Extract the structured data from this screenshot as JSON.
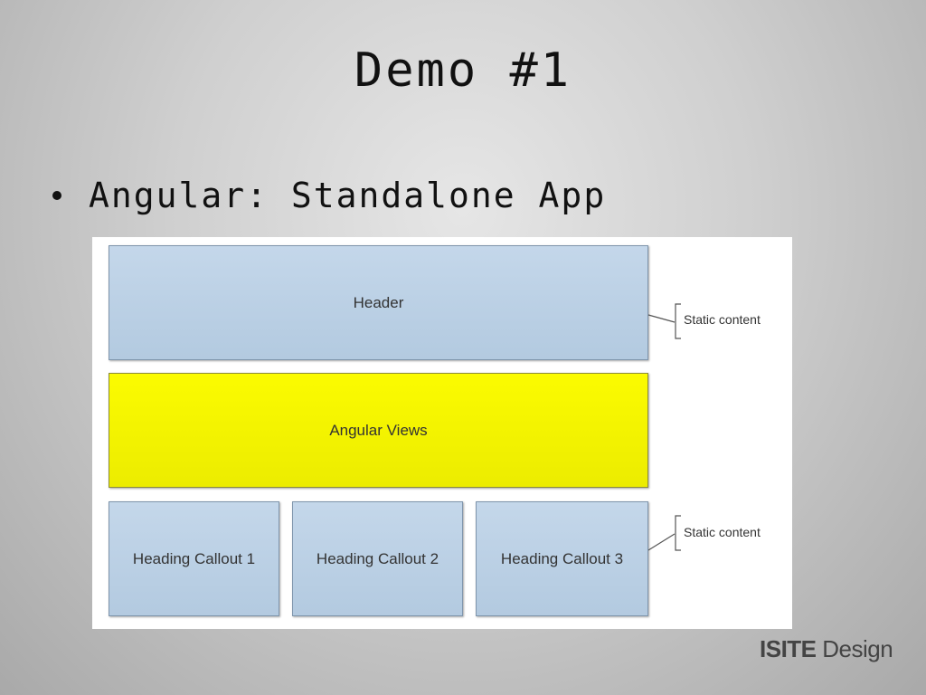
{
  "slide": {
    "title": "Demo #1",
    "bullet": "Angular: Standalone App"
  },
  "diagram": {
    "header": "Header",
    "views": "Angular Views",
    "callouts": [
      "Heading Callout 1",
      "Heading Callout 2",
      "Heading Callout 3"
    ],
    "static_label_top": "Static content",
    "static_label_bottom": "Static content"
  },
  "logo": {
    "part1": "ISITE",
    "part2": "Design"
  },
  "colors": {
    "box_blue": "#bcd2e8",
    "box_yellow": "#f5f500"
  }
}
